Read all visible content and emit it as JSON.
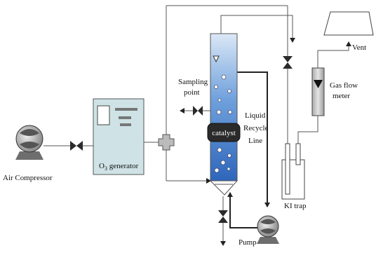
{
  "labels": {
    "air_compressor": "Air Compressor",
    "o3_generator_prefix": "O",
    "o3_generator_sub": "3",
    "o3_generator_suffix": " generator",
    "sampling_line1": "Sampling",
    "sampling_line2": "point",
    "catalyst": "catalyst",
    "recycle_line1": "Liquid",
    "recycle_line2": "Recycle",
    "recycle_line3": "Line",
    "pump": "Pump",
    "ki_trap": "KI trap",
    "gas_flow_line1": "Gas flow",
    "gas_flow_line2": "meter",
    "vent": "Vent"
  },
  "colors": {
    "reactor_top": "#d6e6f6",
    "reactor_bottom": "#3f78c8",
    "o3_box": "#cfe3e6",
    "catalyst_fill": "#2a2a2a",
    "equipment_fill": "#c9c9c9"
  }
}
